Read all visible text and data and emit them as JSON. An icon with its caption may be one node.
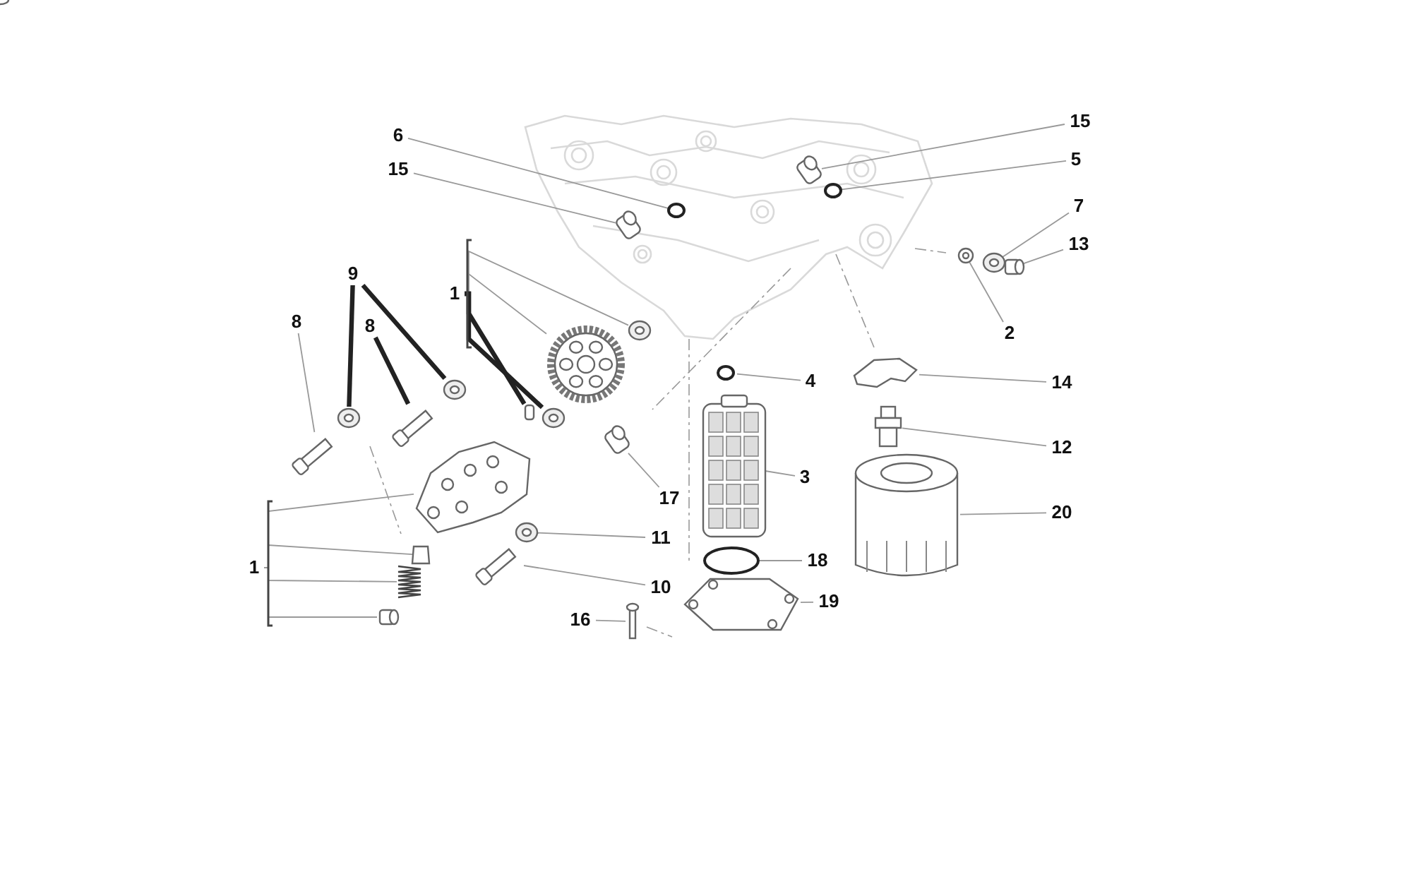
{
  "diagram": {
    "nodes": [
      {
        "text": [
          "15"
        ]
      },
      {
        "text": [
          "6"
        ]
      },
      {
        "text": [
          "5"
        ]
      },
      {
        "text": [
          "15"
        ]
      },
      {
        "text": [
          "7"
        ]
      },
      {
        "text": [
          "13"
        ]
      },
      {
        "text": [
          "9"
        ]
      },
      {
        "text": [
          "1"
        ]
      },
      {
        "text": [
          "8"
        ]
      },
      {
        "text": [
          "8"
        ]
      },
      {
        "text": [
          "2"
        ]
      },
      {
        "text": [
          "4"
        ]
      },
      {
        "text": [
          "14"
        ]
      },
      {
        "text": [
          "12"
        ]
      },
      {
        "text": [
          "3"
        ]
      },
      {
        "text": [
          "17"
        ]
      },
      {
        "text": [
          "20"
        ]
      },
      {
        "text": [
          "11"
        ]
      },
      {
        "text": [
          "18"
        ]
      },
      {
        "text": [
          "1"
        ]
      },
      {
        "text": [
          "10"
        ]
      },
      {
        "text": [
          "19"
        ]
      },
      {
        "text": [
          "16"
        ]
      },
      {
        "text": [],
        "shape": "cylinder"
      },
      {
        "text": [],
        "shape": "ring"
      },
      {
        "text": [],
        "shape": "ring"
      },
      {
        "text": [],
        "shape": "cylinder"
      },
      {
        "text": [],
        "shape": "cylinder"
      },
      {
        "text": [],
        "shape": "washer"
      },
      {
        "text": [],
        "shape": "plug"
      },
      {
        "text": [],
        "shape": "nut"
      },
      {
        "text": [],
        "shape": "gear"
      },
      {
        "text": [],
        "shape": "ring"
      },
      {
        "text": [],
        "shape": "picture"
      },
      {
        "text": [],
        "shape": "washer"
      },
      {
        "text": [],
        "shape": "pin"
      },
      {
        "text": [],
        "shape": "washer"
      },
      {
        "text": [],
        "shape": "washer"
      },
      {
        "text": [],
        "shape": "bolt"
      },
      {
        "text": [],
        "shape": "cylinder"
      },
      {
        "text": [],
        "shape": "picture"
      },
      {
        "text": [],
        "shape": "bolt"
      },
      {
        "text": [],
        "shape": "picture"
      },
      {
        "text": [],
        "shape": "picture"
      },
      {
        "text": [],
        "shape": "picture"
      },
      {
        "text": [],
        "shape": "washer"
      },
      {
        "text": [],
        "shape": "cap"
      },
      {
        "text": [],
        "shape": "ring"
      },
      {
        "text": [],
        "shape": "bolt"
      },
      {
        "text": [],
        "shape": "spring"
      },
      {
        "text": [],
        "shape": "picture"
      },
      {
        "text": [],
        "shape": "screw"
      },
      {
        "text": [],
        "shape": "plug"
      }
    ],
    "edges": [
      {
        "from": 1,
        "to": 25,
        "arrow": "none"
      },
      {
        "from": 3,
        "to": 26,
        "arrow": "none"
      },
      {
        "from": 0,
        "to": 23,
        "arrow": "none"
      },
      {
        "from": 2,
        "to": 24,
        "arrow": "none"
      },
      {
        "from": 4,
        "to": 28,
        "arrow": "none"
      },
      {
        "from": 5,
        "to": 29,
        "arrow": "none"
      },
      {
        "from": 10,
        "to": 27,
        "arrow": "none"
      },
      {
        "from": 6,
        "to": 37,
        "arrow": "none",
        "style": "thick",
        "color": "#222222"
      },
      {
        "from": 6,
        "to": 34,
        "arrow": "none",
        "style": "thick",
        "color": "#222222"
      },
      {
        "from": 8,
        "to": 41,
        "arrow": "none"
      },
      {
        "from": 9,
        "to": 38,
        "arrow": "none",
        "style": "thick",
        "color": "#222222"
      },
      {
        "from": 7,
        "to": 30,
        "arrow": "none"
      },
      {
        "from": 7,
        "to": 31,
        "arrow": "none"
      },
      {
        "from": 7,
        "to": 35,
        "arrow": "none",
        "style": "thick",
        "color": "#222222"
      },
      {
        "from": 7,
        "to": 36,
        "arrow": "none",
        "style": "thick",
        "color": "#222222"
      },
      {
        "from": 19,
        "to": 43,
        "arrow": "none"
      },
      {
        "from": 19,
        "to": 46,
        "arrow": "none"
      },
      {
        "from": 19,
        "to": 49,
        "arrow": "none"
      },
      {
        "from": 19,
        "to": 52,
        "arrow": "none"
      },
      {
        "from": 15,
        "to": 39,
        "arrow": "none"
      },
      {
        "from": 17,
        "to": 45,
        "arrow": "none"
      },
      {
        "from": 20,
        "to": 48,
        "arrow": "none"
      },
      {
        "from": 22,
        "to": 51,
        "arrow": "none"
      },
      {
        "from": 11,
        "to": 32,
        "arrow": "none"
      },
      {
        "from": 14,
        "to": 42,
        "arrow": "none"
      },
      {
        "from": 18,
        "to": 47,
        "arrow": "none"
      },
      {
        "from": 21,
        "to": 50,
        "arrow": "none"
      },
      {
        "from": 12,
        "to": 33,
        "arrow": "none"
      },
      {
        "from": 13,
        "to": 40,
        "arrow": "none"
      },
      {
        "from": 16,
        "to": 44,
        "arrow": "none"
      }
    ]
  }
}
